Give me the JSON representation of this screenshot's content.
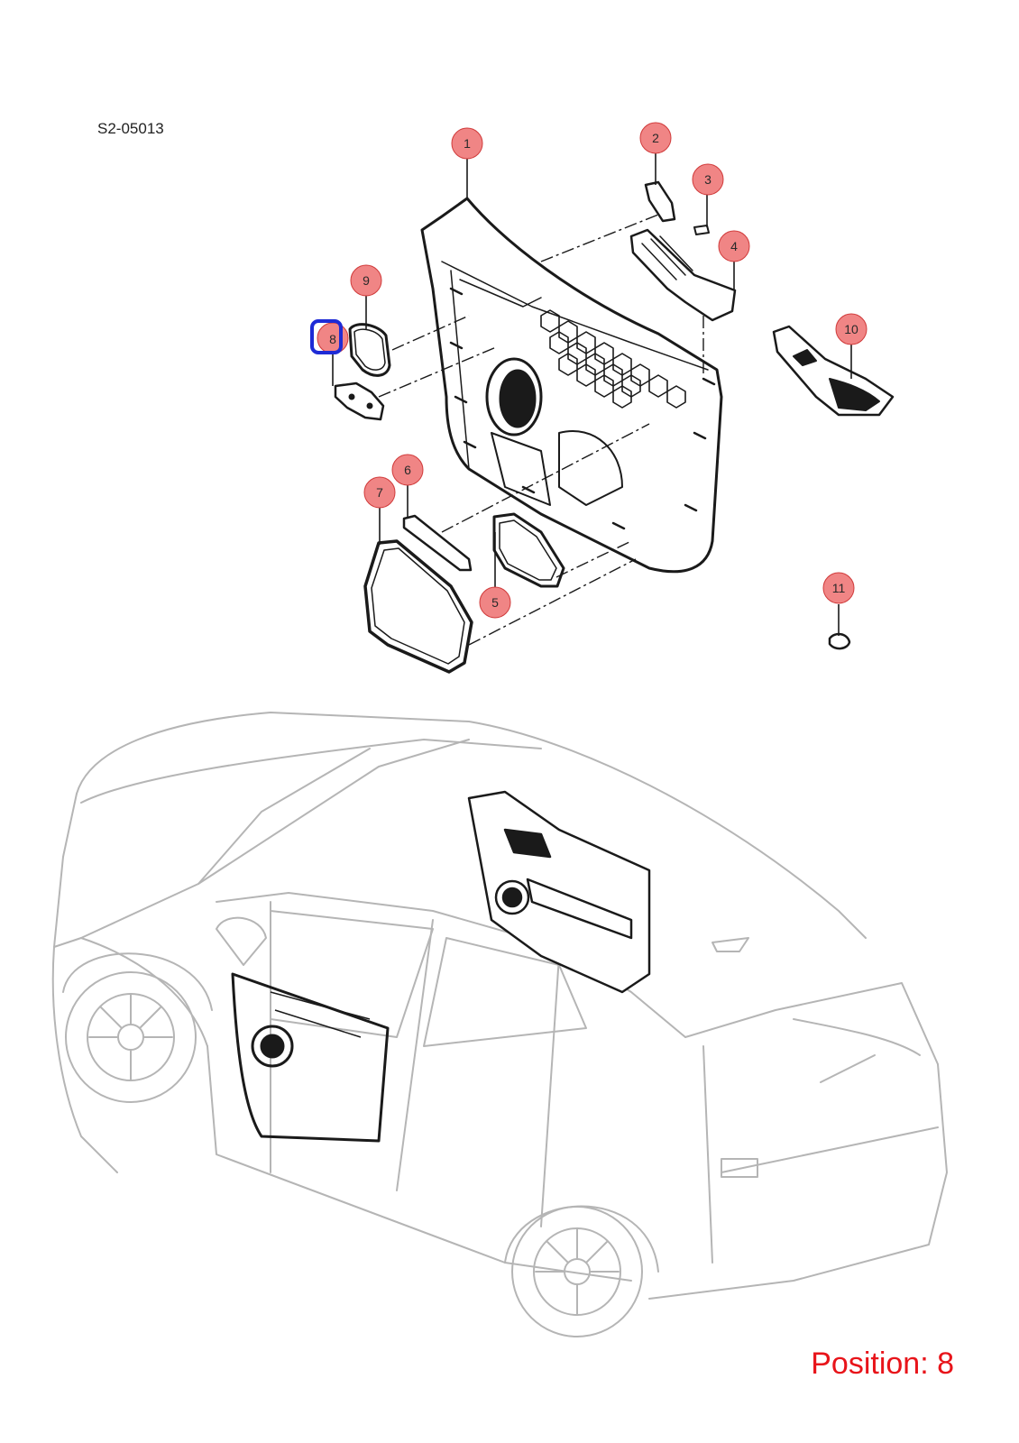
{
  "diagram_code": "S2-05013",
  "position_label": "Position: 8",
  "selected_callout": "8",
  "colors": {
    "callout_fill": "#f08585",
    "callout_stroke": "#d03a3a",
    "selection": "#1e2bd6",
    "position_text": "#e8141a",
    "line_art": "#1a1a1a",
    "vehicle_art": "#b5b5b5"
  },
  "callouts": [
    {
      "id": "1",
      "label": "1"
    },
    {
      "id": "2",
      "label": "2"
    },
    {
      "id": "3",
      "label": "3"
    },
    {
      "id": "4",
      "label": "4"
    },
    {
      "id": "5",
      "label": "5"
    },
    {
      "id": "6",
      "label": "6"
    },
    {
      "id": "7",
      "label": "7"
    },
    {
      "id": "8",
      "label": "8"
    },
    {
      "id": "9",
      "label": "9"
    },
    {
      "id": "10",
      "label": "10"
    },
    {
      "id": "11",
      "label": "11"
    }
  ]
}
